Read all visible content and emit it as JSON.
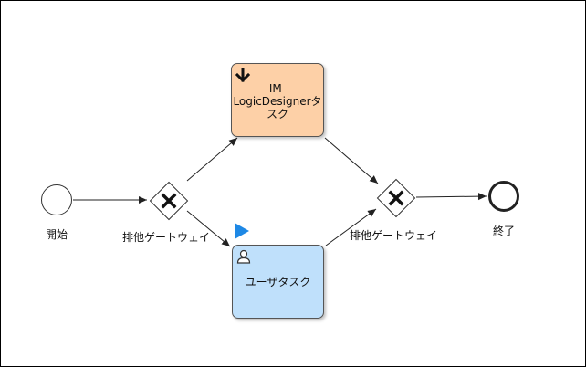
{
  "diagram": {
    "start_event": {
      "label": "開始",
      "icon": "start-event-icon"
    },
    "end_event": {
      "label": "終了",
      "icon": "end-event-icon"
    },
    "gateway_split": {
      "label": "排他ゲートウェイ",
      "icon": "exclusive-gateway-icon"
    },
    "gateway_join": {
      "label": "排他ゲートウェイ",
      "icon": "exclusive-gateway-icon"
    },
    "task_logic": {
      "label_line1": "IM-",
      "label_line2": "LogicDesignerタ",
      "label_line3": "スク",
      "icon": "down-arrow-icon",
      "color": "#fdd0a7"
    },
    "task_user": {
      "label": "ユーザタスク",
      "icon": "user-icon",
      "color": "#bfe0fb"
    },
    "start_marker": {
      "icon": "play-marker-icon",
      "color": "#1e88e5"
    }
  }
}
